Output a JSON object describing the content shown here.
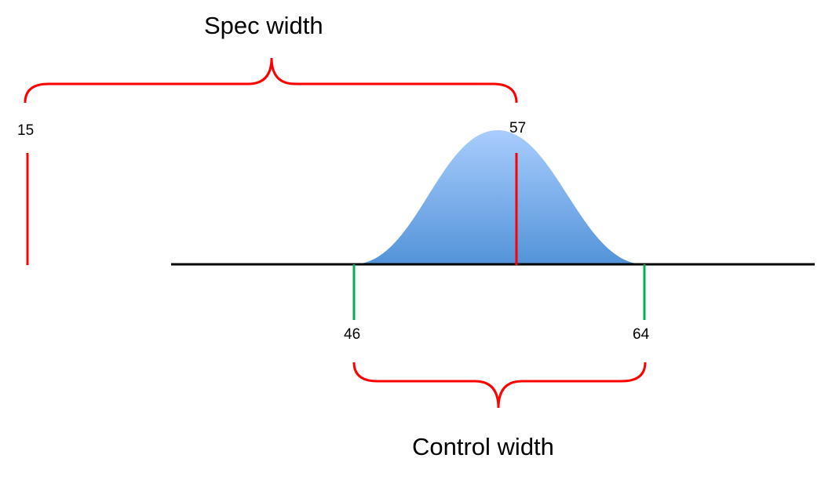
{
  "spec_width_label": "Spec width",
  "control_width_label": "Control width",
  "values": {
    "spec_lower": "15",
    "spec_upper": "57",
    "control_lower": "46",
    "control_upper": "64"
  },
  "colors": {
    "spec_limit": "#ff0000",
    "control_limit": "#00b050",
    "brace": "#ff0000",
    "axis": "#000000",
    "curve_top": "#a9cdfd",
    "curve_bottom": "#5393d9"
  }
}
